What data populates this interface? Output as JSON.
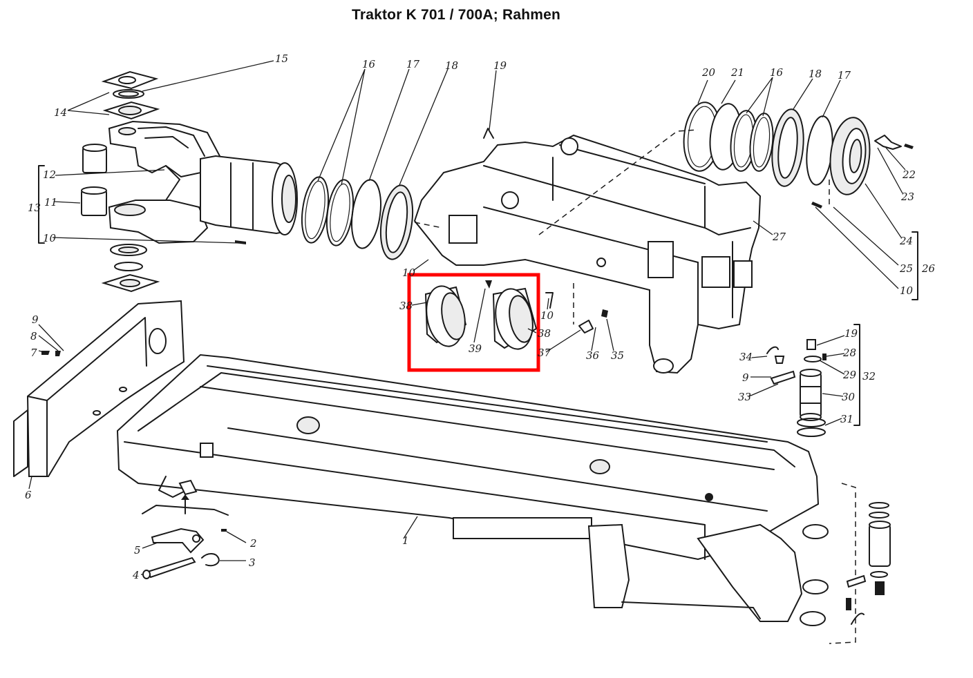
{
  "title": "Traktor K 701 / 700A; Rahmen",
  "highlight_color": "#ff0000",
  "labels": {
    "l1": "1",
    "l2": "2",
    "l3": "3",
    "l4": "4",
    "l5": "5",
    "l6": "6",
    "l7": "7",
    "l8": "8",
    "l9a": "9",
    "l9b": "9",
    "l10a": "10",
    "l10b": "10",
    "l10c": "10",
    "l10d": "10",
    "l11": "11",
    "l12": "12",
    "l13": "13",
    "l14": "14",
    "l15": "15",
    "l16a": "16",
    "l16b": "16",
    "l17a": "17",
    "l17b": "17",
    "l18a": "18",
    "l18b": "18",
    "l19a": "19",
    "l19b": "19",
    "l20": "20",
    "l21": "21",
    "l22": "22",
    "l23": "23",
    "l24": "24",
    "l25": "25",
    "l26": "26",
    "l27": "27",
    "l28": "28",
    "l29": "29",
    "l30": "30",
    "l31": "31",
    "l32": "32",
    "l33": "33",
    "l34": "34",
    "l35": "35",
    "l36": "36",
    "l37": "37",
    "l38": "38",
    "l38b": "38",
    "l39": "39"
  }
}
